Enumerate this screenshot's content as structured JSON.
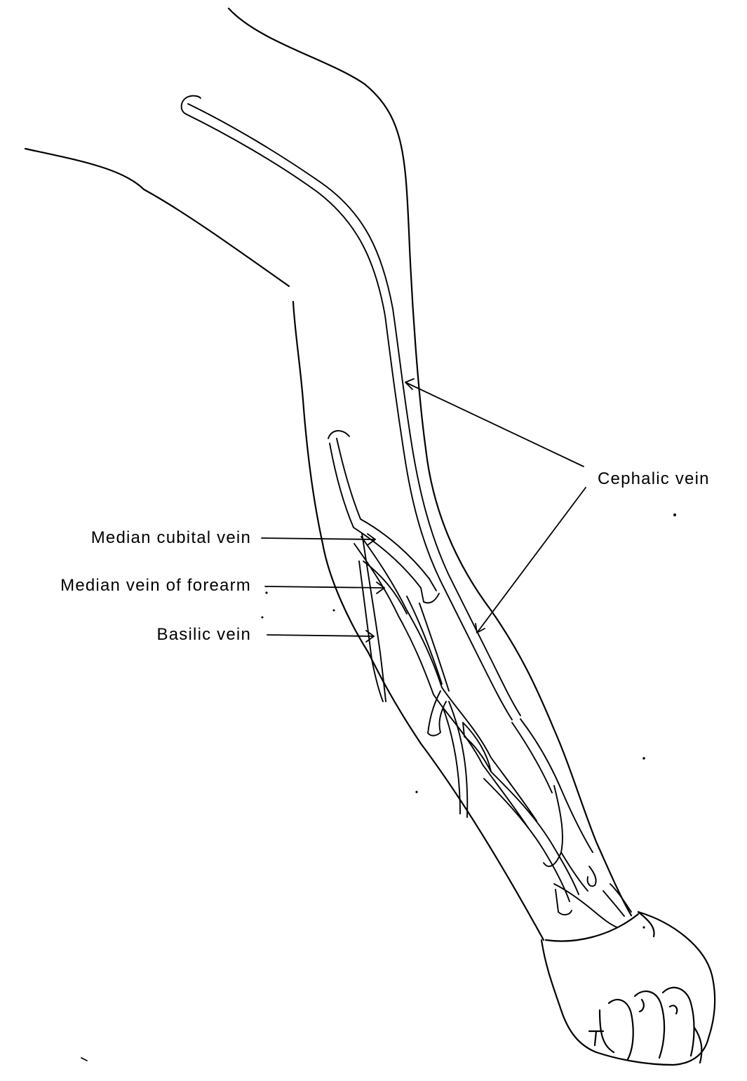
{
  "diagram": {
    "labels": {
      "cephalic": "Cephalic vein",
      "median_cubital": "Median cubital vein",
      "median_forearm": "Median vein of forearm",
      "basilic": "Basilic vein"
    },
    "ink_color": "#000000",
    "background_color": "#ffffff"
  }
}
